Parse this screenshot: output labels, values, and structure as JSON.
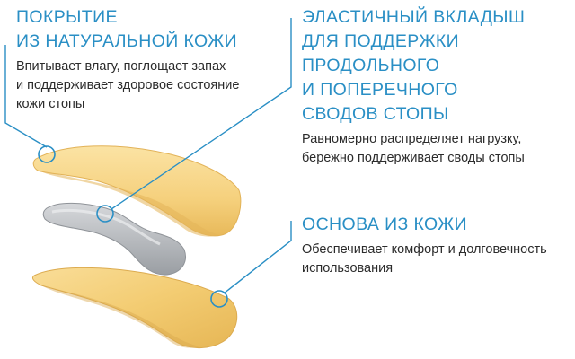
{
  "colors": {
    "accent": "#2a8fc5",
    "leather": "#f4cf7a",
    "insert": "#b9bcc0"
  },
  "labels": [
    {
      "title_lines": [
        "ПОКРЫТИЕ",
        "ИЗ НАТУРАЛЬНОЙ КОЖИ"
      ],
      "desc_lines": [
        "Впитывает влагу, поглощает запах",
        "и поддерживает здоровое состояние",
        "кожи стопы"
      ]
    },
    {
      "title_lines": [
        "ЭЛАСТИЧНЫЙ ВКЛАДЫШ",
        "ДЛЯ ПОДДЕРЖКИ",
        "ПРОДОЛЬНОГО",
        "И ПОПЕРЕЧНОГО",
        "СВОДОВ СТОПЫ"
      ],
      "desc_lines": [
        "Равномерно распределяет нагрузку,",
        "бережно поддерживает своды стопы"
      ]
    },
    {
      "title_lines": [
        "ОСНОВА ИЗ КОЖИ"
      ],
      "desc_lines": [
        "Обеспечивает комфорт и долговечность",
        "использования"
      ]
    }
  ]
}
